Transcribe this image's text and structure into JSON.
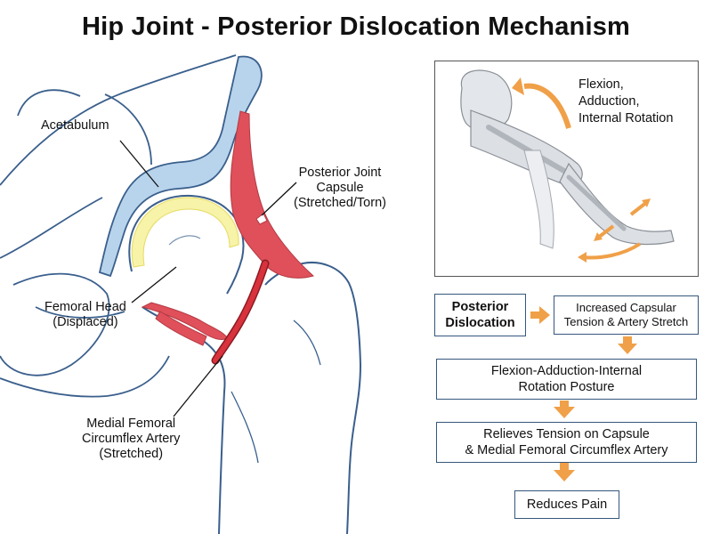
{
  "title": "Hip Joint - Posterior Dislocation Mechanism",
  "anatomy_labels": {
    "acetabulum": "Acetabulum",
    "capsule_line1": "Posterior Joint",
    "capsule_line2": "Capsule",
    "capsule_line3": "(Stretched/Torn)",
    "femoral_head_line1": "Femoral Head",
    "femoral_head_line2": "(Displaced)",
    "artery_line1": "Medial Femoral",
    "artery_line2": "Circumflex Artery",
    "artery_line3": "(Stretched)"
  },
  "inset": {
    "label_line1": "Flexion,",
    "label_line2": "Adduction,",
    "label_line3": "Internal Rotation"
  },
  "flowchart": {
    "box1_line1": "Posterior",
    "box1_line2": "Dislocation",
    "box2_line1": "Increased Capsular",
    "box2_line2": "Tension & Artery Stretch",
    "box3_line1": "Flexion-Adduction-Internal",
    "box3_line2": "Rotation Posture",
    "box4_line1": "Relieves Tension on Capsule",
    "box4_line2": "& Medial Femoral Circumflex Artery",
    "box5": "Reduces Pain"
  },
  "colors": {
    "bone_outline": "#3a5f8c",
    "cartilage_blue": "#b8d4ec",
    "capsule_red": "#e0505a",
    "artery_red": "#d8323c",
    "cartilage_yellow": "#f7f3a8",
    "arrow_orange": "#f0a048",
    "box_border": "#35577c"
  }
}
